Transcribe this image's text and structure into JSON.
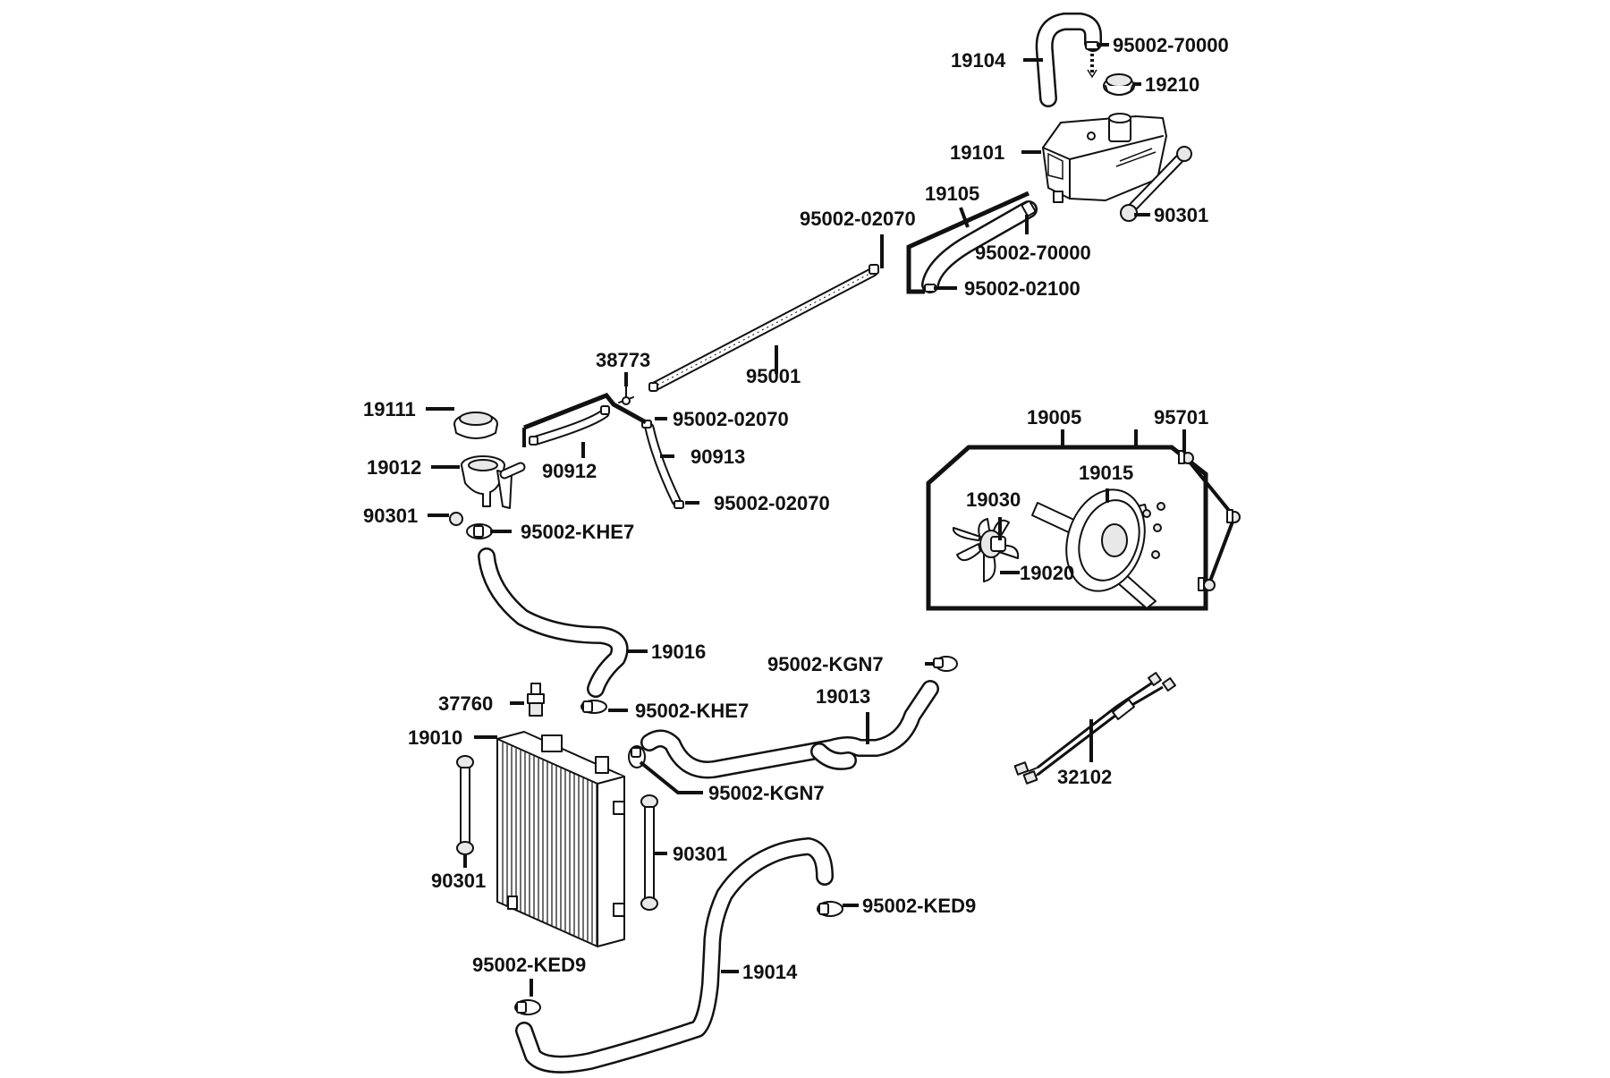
{
  "labels": {
    "l19104": "19104",
    "l95002_70000_top": "95002-70000",
    "l19210": "19210",
    "l19101": "19101",
    "l90301_tank": "90301",
    "l19105": "19105",
    "l95002_02070_a": "95002-02070",
    "l95002_70000_mid": "95002-70000",
    "l95002_02100": "95002-02100",
    "l38773": "38773",
    "l95001": "95001",
    "l19111": "19111",
    "l95002_02070_b": "95002-02070",
    "l90913": "90913",
    "l19012": "19012",
    "l90912": "90912",
    "l95002_02070_c": "95002-02070",
    "l90301_neck": "90301",
    "l95002_KHE7_a": "95002-KHE7",
    "l19005": "19005",
    "l95701": "95701",
    "l19015": "19015",
    "l19030": "19030",
    "l19020": "19020",
    "l19016": "19016",
    "l95002_KGN7_a": "95002-KGN7",
    "l19013": "19013",
    "l37760": "37760",
    "l95002_KHE7_b": "95002-KHE7",
    "l19010": "19010",
    "l95002_KGN7_b": "95002-KGN7",
    "l32102": "32102",
    "l90301_right": "90301",
    "l90301_left": "90301",
    "l95002_KED9_a": "95002-KED9",
    "l95002_KED9_b": "95002-KED9",
    "l19014": "19014"
  }
}
